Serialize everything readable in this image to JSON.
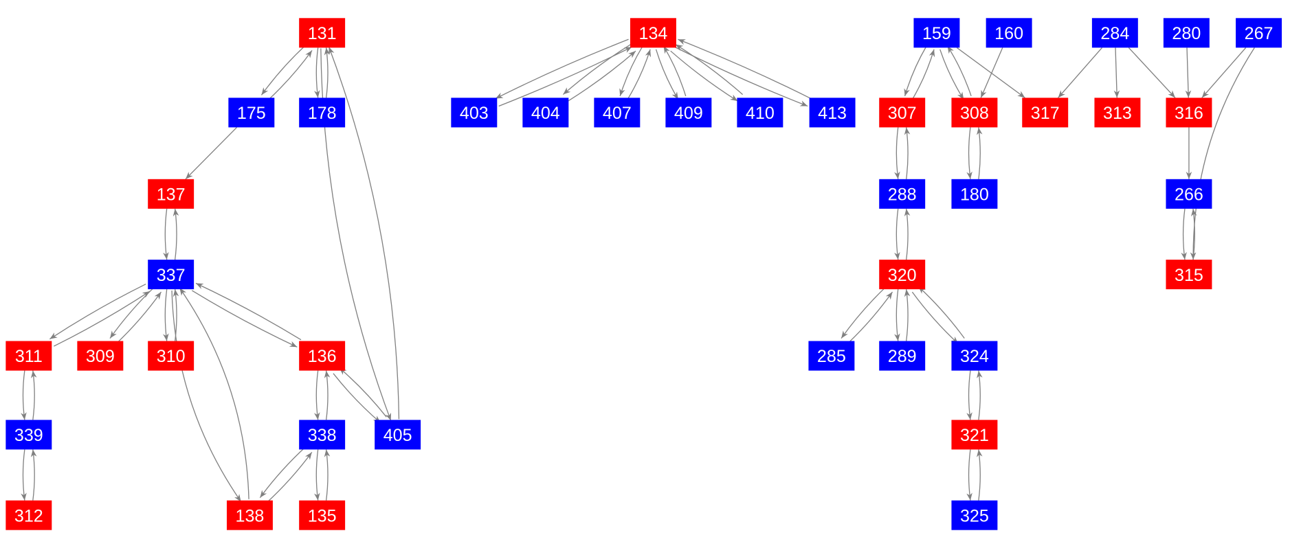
{
  "colors": {
    "red": "#ff0000",
    "blue": "#0000ff",
    "edge": "#808080"
  },
  "nodes": [
    {
      "id": "131",
      "color": "red"
    },
    {
      "id": "175",
      "color": "blue"
    },
    {
      "id": "178",
      "color": "blue"
    },
    {
      "id": "137",
      "color": "red"
    },
    {
      "id": "337",
      "color": "blue"
    },
    {
      "id": "311",
      "color": "red"
    },
    {
      "id": "309",
      "color": "red"
    },
    {
      "id": "310",
      "color": "red"
    },
    {
      "id": "136",
      "color": "red"
    },
    {
      "id": "339",
      "color": "blue"
    },
    {
      "id": "338",
      "color": "blue"
    },
    {
      "id": "405",
      "color": "blue"
    },
    {
      "id": "312",
      "color": "red"
    },
    {
      "id": "138",
      "color": "red"
    },
    {
      "id": "135",
      "color": "red"
    },
    {
      "id": "134",
      "color": "red"
    },
    {
      "id": "403",
      "color": "blue"
    },
    {
      "id": "404",
      "color": "blue"
    },
    {
      "id": "407",
      "color": "blue"
    },
    {
      "id": "409",
      "color": "blue"
    },
    {
      "id": "410",
      "color": "blue"
    },
    {
      "id": "413",
      "color": "blue"
    },
    {
      "id": "159",
      "color": "blue"
    },
    {
      "id": "160",
      "color": "blue"
    },
    {
      "id": "284",
      "color": "blue"
    },
    {
      "id": "280",
      "color": "blue"
    },
    {
      "id": "267",
      "color": "blue"
    },
    {
      "id": "307",
      "color": "red"
    },
    {
      "id": "308",
      "color": "red"
    },
    {
      "id": "317",
      "color": "red"
    },
    {
      "id": "313",
      "color": "red"
    },
    {
      "id": "316",
      "color": "red"
    },
    {
      "id": "288",
      "color": "blue"
    },
    {
      "id": "180",
      "color": "blue"
    },
    {
      "id": "266",
      "color": "blue"
    },
    {
      "id": "320",
      "color": "red"
    },
    {
      "id": "315",
      "color": "red"
    },
    {
      "id": "285",
      "color": "blue"
    },
    {
      "id": "289",
      "color": "blue"
    },
    {
      "id": "324",
      "color": "blue"
    },
    {
      "id": "321",
      "color": "red"
    },
    {
      "id": "325",
      "color": "blue"
    }
  ],
  "edges": [
    [
      "131",
      "175"
    ],
    [
      "175",
      "131"
    ],
    [
      "131",
      "178"
    ],
    [
      "178",
      "131"
    ],
    [
      "131",
      "405"
    ],
    [
      "405",
      "131"
    ],
    [
      "175",
      "137"
    ],
    [
      "137",
      "337"
    ],
    [
      "337",
      "137"
    ],
    [
      "337",
      "311"
    ],
    [
      "311",
      "337"
    ],
    [
      "337",
      "309"
    ],
    [
      "309",
      "337"
    ],
    [
      "337",
      "310"
    ],
    [
      "310",
      "337"
    ],
    [
      "337",
      "136"
    ],
    [
      "136",
      "337"
    ],
    [
      "337",
      "138"
    ],
    [
      "138",
      "337"
    ],
    [
      "311",
      "339"
    ],
    [
      "339",
      "311"
    ],
    [
      "339",
      "312"
    ],
    [
      "312",
      "339"
    ],
    [
      "136",
      "338"
    ],
    [
      "338",
      "136"
    ],
    [
      "136",
      "405"
    ],
    [
      "405",
      "136"
    ],
    [
      "338",
      "138"
    ],
    [
      "138",
      "338"
    ],
    [
      "338",
      "135"
    ],
    [
      "135",
      "338"
    ],
    [
      "134",
      "403"
    ],
    [
      "403",
      "134"
    ],
    [
      "134",
      "404"
    ],
    [
      "404",
      "134"
    ],
    [
      "134",
      "407"
    ],
    [
      "407",
      "134"
    ],
    [
      "134",
      "409"
    ],
    [
      "409",
      "134"
    ],
    [
      "134",
      "410"
    ],
    [
      "410",
      "134"
    ],
    [
      "134",
      "413"
    ],
    [
      "413",
      "134"
    ],
    [
      "159",
      "307"
    ],
    [
      "307",
      "159"
    ],
    [
      "159",
      "308"
    ],
    [
      "308",
      "159"
    ],
    [
      "159",
      "317"
    ],
    [
      "160",
      "308"
    ],
    [
      "284",
      "317"
    ],
    [
      "284",
      "313"
    ],
    [
      "284",
      "316"
    ],
    [
      "280",
      "316"
    ],
    [
      "267",
      "316"
    ],
    [
      "267",
      "315"
    ],
    [
      "307",
      "288"
    ],
    [
      "288",
      "307"
    ],
    [
      "308",
      "180"
    ],
    [
      "180",
      "308"
    ],
    [
      "288",
      "320"
    ],
    [
      "320",
      "288"
    ],
    [
      "316",
      "266"
    ],
    [
      "266",
      "315"
    ],
    [
      "315",
      "266"
    ],
    [
      "320",
      "285"
    ],
    [
      "285",
      "320"
    ],
    [
      "320",
      "289"
    ],
    [
      "289",
      "320"
    ],
    [
      "320",
      "324"
    ],
    [
      "324",
      "320"
    ],
    [
      "324",
      "321"
    ],
    [
      "321",
      "324"
    ],
    [
      "321",
      "325"
    ],
    [
      "325",
      "321"
    ]
  ]
}
